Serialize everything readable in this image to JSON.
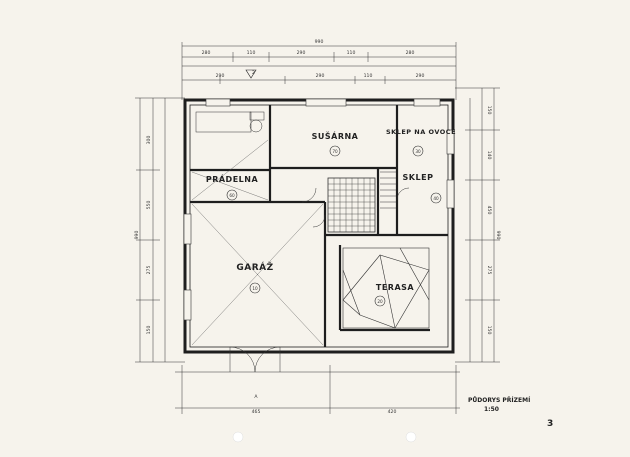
{
  "drawing": {
    "title": "PŮDORYS PŘÍZEMÍ",
    "scale": "1:50",
    "sheet_number": "3",
    "north_marker": "2",
    "section_marker": "A"
  },
  "rooms": [
    {
      "name": "PRÁDELNA",
      "number": "60"
    },
    {
      "name": "SUŠÁRNA",
      "number": "70"
    },
    {
      "name": "SKLEP NA OVOCE",
      "number": "30"
    },
    {
      "name": "SKLEP",
      "number": "40"
    },
    {
      "name": "GARÁŽ",
      "number": "10"
    },
    {
      "name": "TERASA",
      "number": "20"
    }
  ],
  "dims_top_row1": [
    "280",
    "110",
    "290",
    "110",
    "280"
  ],
  "dims_top_total": "990",
  "dims_top_row2": [
    "290",
    "290",
    "110",
    "290"
  ],
  "dims_bottom": [
    "465",
    "420"
  ],
  "dims_left": [
    "300",
    "550",
    "275",
    "150"
  ],
  "dims_left_total": "990",
  "dims_right": [
    "150",
    "140",
    "450",
    "275",
    "150"
  ],
  "dims_right_total": "990"
}
